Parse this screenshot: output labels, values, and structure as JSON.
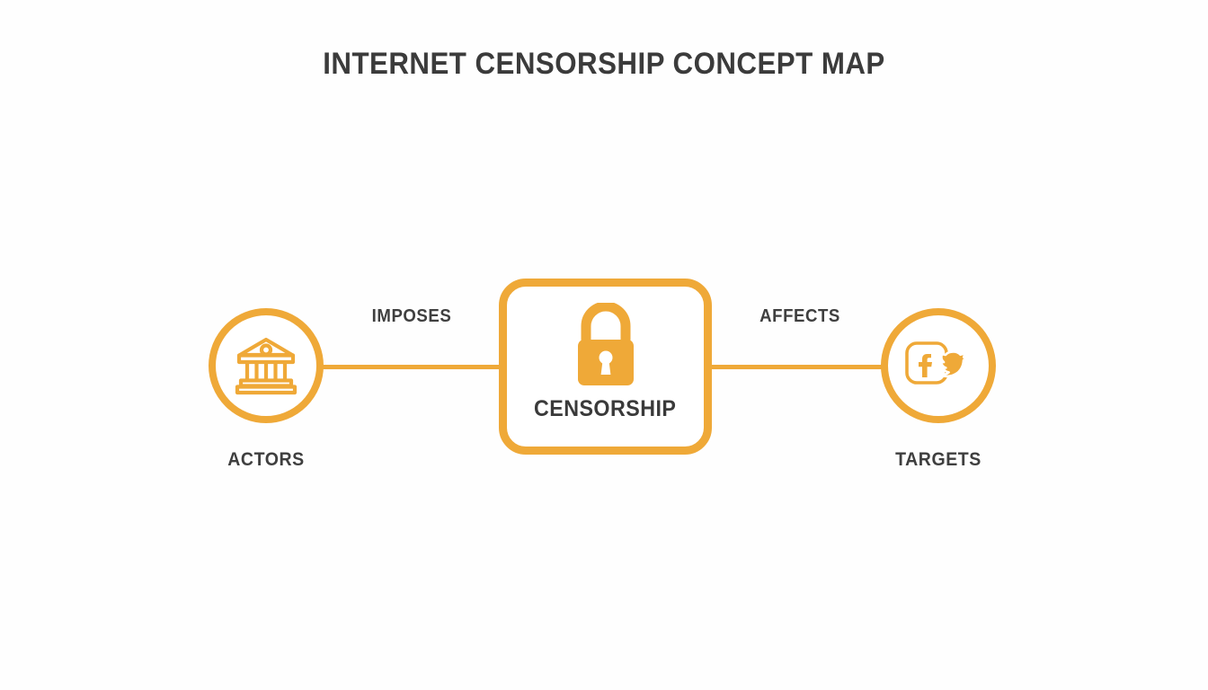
{
  "page": {
    "title": "INTERNET CENSORSHIP CONCEPT MAP",
    "background_color": "#fefefe",
    "accent_color": "#efa938",
    "text_color": "#3b3b3b"
  },
  "diagram": {
    "type": "concept-map",
    "nodes": [
      {
        "id": "actors",
        "label": "ACTORS",
        "shape": "circle",
        "icon": "government-building-icon",
        "icon_style": "outline",
        "color": "#efa938"
      },
      {
        "id": "censorship",
        "label": "CENSORSHIP",
        "shape": "rounded-rectangle",
        "icon": "padlock-icon",
        "icon_style": "solid",
        "color": "#efa938",
        "is_central": true
      },
      {
        "id": "targets",
        "label": "TARGETS",
        "shape": "circle",
        "icon": "social-media-icon",
        "icon_style": "outline",
        "color": "#efa938"
      }
    ],
    "edges": [
      {
        "id": "actors-censorship",
        "label": "IMPOSES",
        "from": "actors",
        "to": "censorship",
        "color": "#efa938"
      },
      {
        "id": "censorship-targets",
        "label": "AFFECTS",
        "from": "censorship",
        "to": "targets",
        "color": "#efa938"
      }
    ]
  }
}
